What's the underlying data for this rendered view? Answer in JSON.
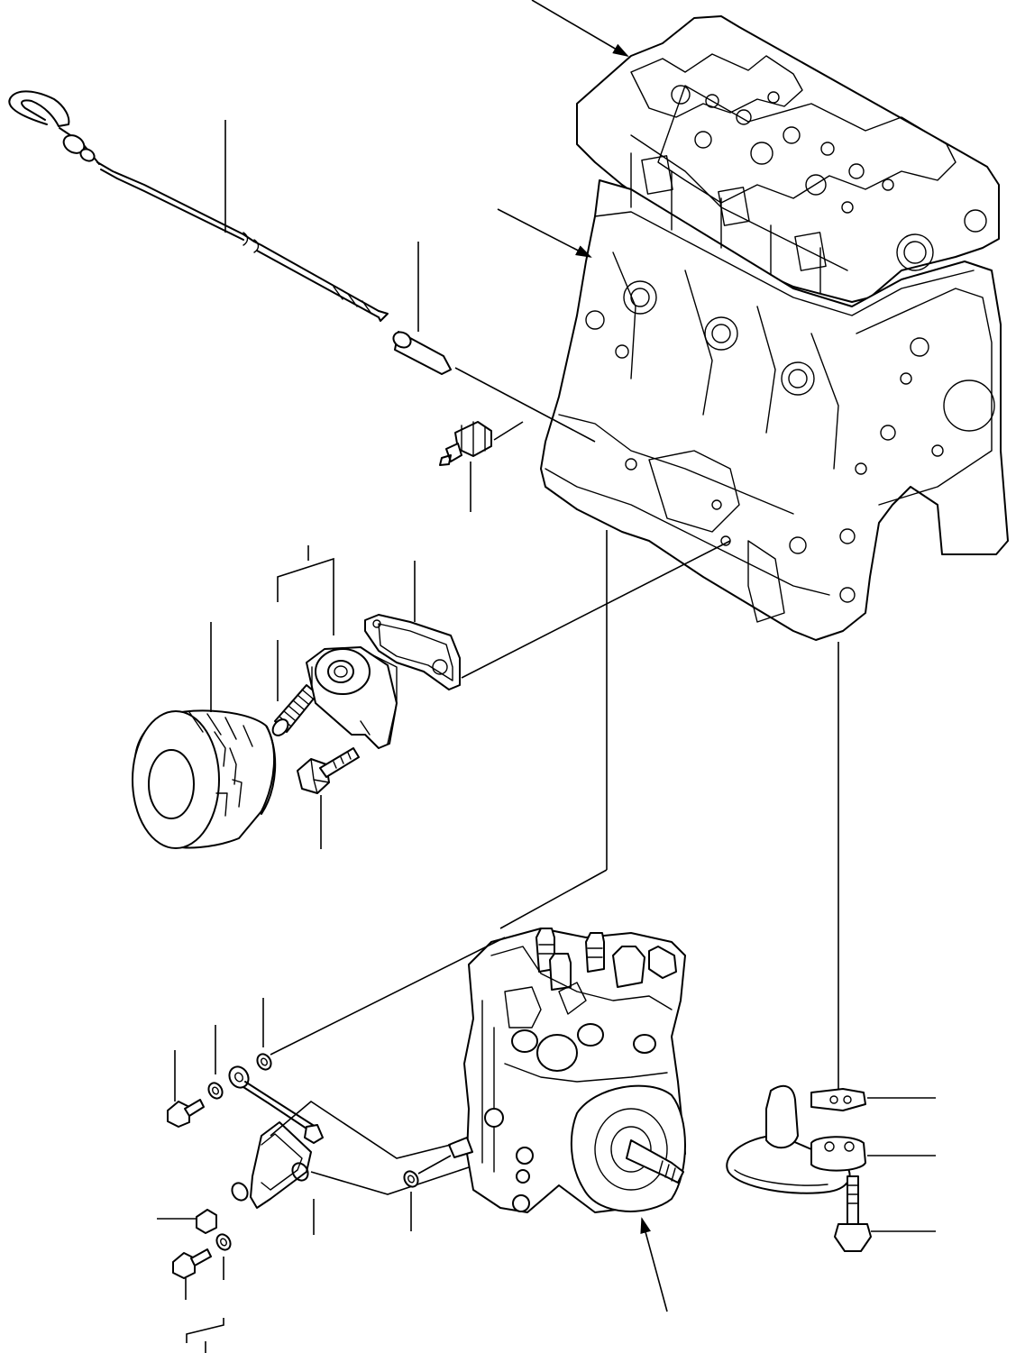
{
  "diagram": {
    "type": "exploded-parts-view",
    "colors": {
      "line": "#000000",
      "background": "#ffffff"
    },
    "parts": [
      {
        "name": "cylinder-block"
      },
      {
        "name": "oil-dipstick"
      },
      {
        "name": "dipstick-guide-tube"
      },
      {
        "name": "oil-pressure-switch"
      },
      {
        "name": "oil-filter-cartridge"
      },
      {
        "name": "relief-spring"
      },
      {
        "name": "oil-filter-bracket"
      },
      {
        "name": "bracket-gasket"
      },
      {
        "name": "bracket-bolt"
      },
      {
        "name": "fuel-injection-pump"
      },
      {
        "name": "oil-pipe"
      },
      {
        "name": "oil-strainer"
      },
      {
        "name": "strainer-gasket"
      },
      {
        "name": "strainer-spacer"
      },
      {
        "name": "strainer-bolt"
      }
    ]
  }
}
